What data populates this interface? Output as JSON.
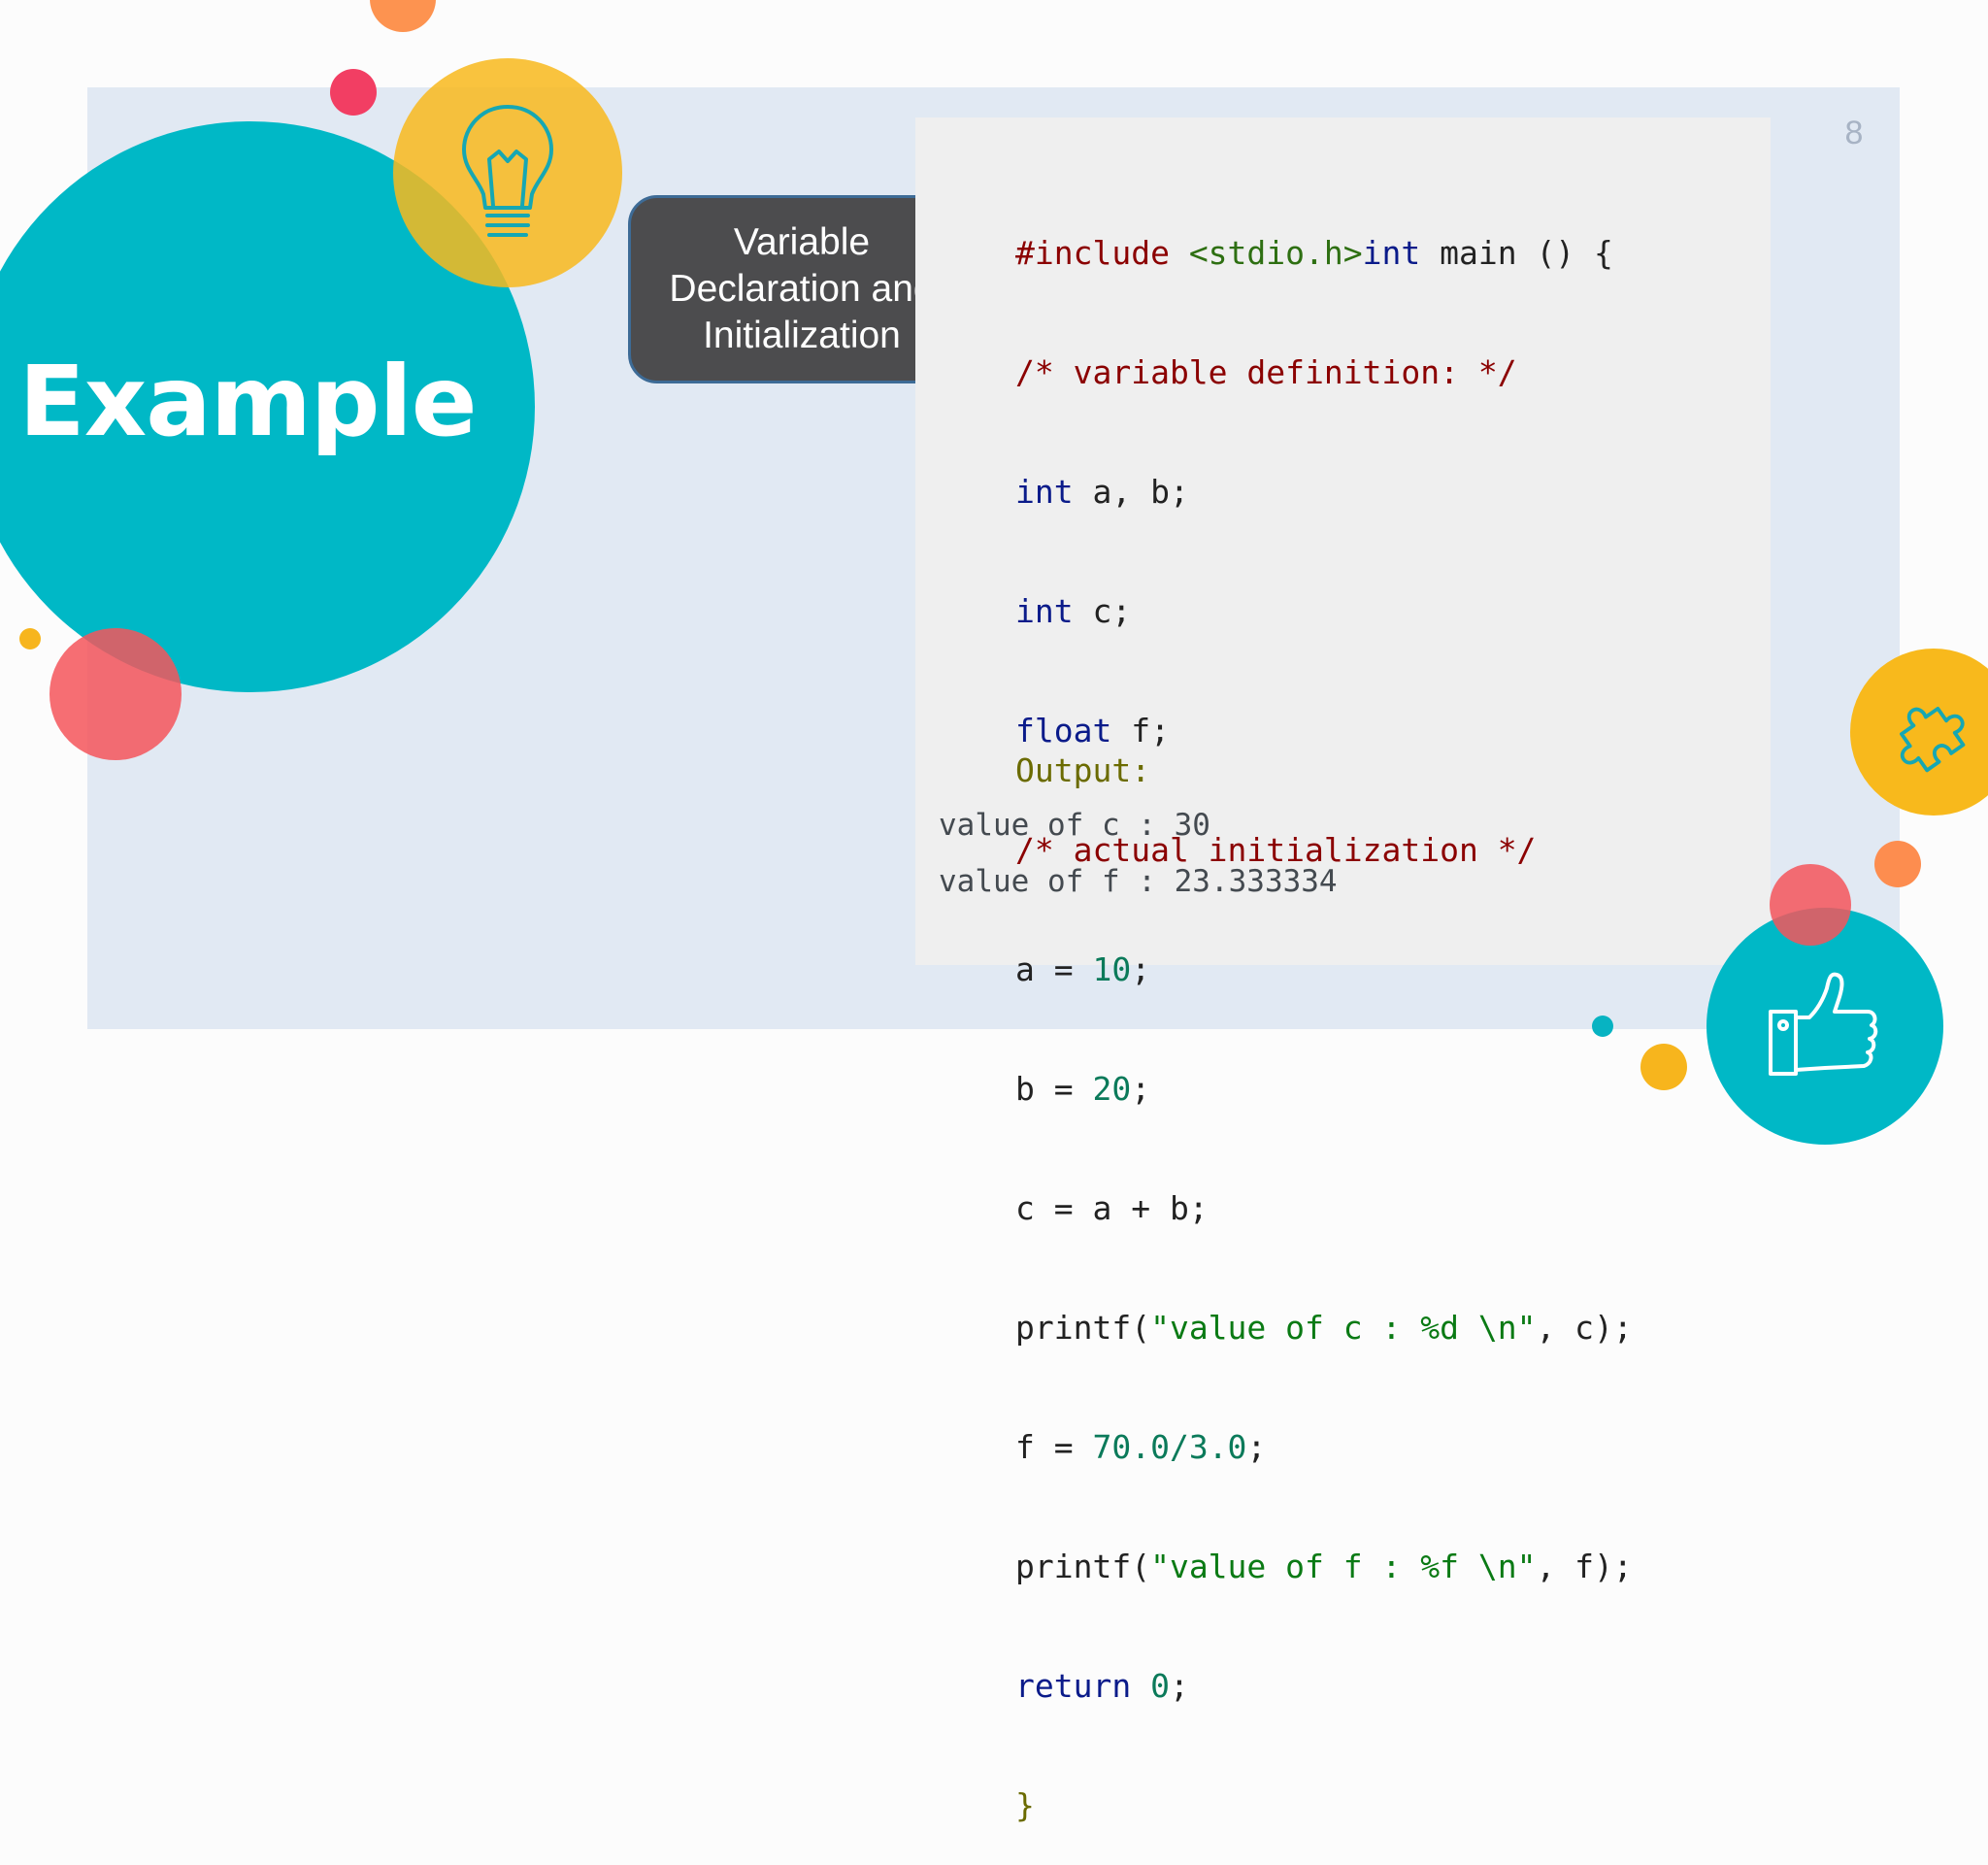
{
  "slide": {
    "number": "8",
    "title": "Example",
    "callout_lines": [
      "Variable",
      "Declaration and",
      "Initialization"
    ]
  },
  "code": {
    "line1": {
      "directive": "#include ",
      "header": "<stdio.h>",
      "type": "int",
      "rest": " main () {"
    },
    "line2": "/* variable definition: */",
    "line3": {
      "type": "int",
      "rest": " a, b;"
    },
    "line4": {
      "type": "int",
      "rest": " c;"
    },
    "line5": {
      "type": "float",
      "rest": " f;"
    },
    "line6": "/* actual initialization */",
    "line7": {
      "lhs": "a = ",
      "value": "10",
      "end": ";"
    },
    "line8": {
      "lhs": "b = ",
      "value": "20",
      "end": ";"
    },
    "line9": "c = a + b;",
    "line10": {
      "fn": "printf(",
      "str": "\"value of c : %d \\n\"",
      "end": ", c);"
    },
    "line11": {
      "lhs": "f = ",
      "value": "70.0/3.0",
      "end": ";"
    },
    "line12": {
      "fn": "printf(",
      "str": "\"value of f : %f \\n\"",
      "end": ", f);"
    },
    "line13": {
      "kw": "return",
      "value": " 0",
      "end": ";"
    },
    "line14": "}"
  },
  "output": {
    "label": "Output:",
    "lines": [
      "value of c : 30",
      "value of f : 23.333334"
    ]
  },
  "colors": {
    "teal": "#00b8c6",
    "yellow": "#f8b91c",
    "coral": "#f4555a",
    "orange": "#fd8d4f",
    "panel": "#e1e9f3"
  },
  "icons": [
    "lightbulb-icon",
    "puzzle-icon",
    "thumbs-up-icon"
  ]
}
